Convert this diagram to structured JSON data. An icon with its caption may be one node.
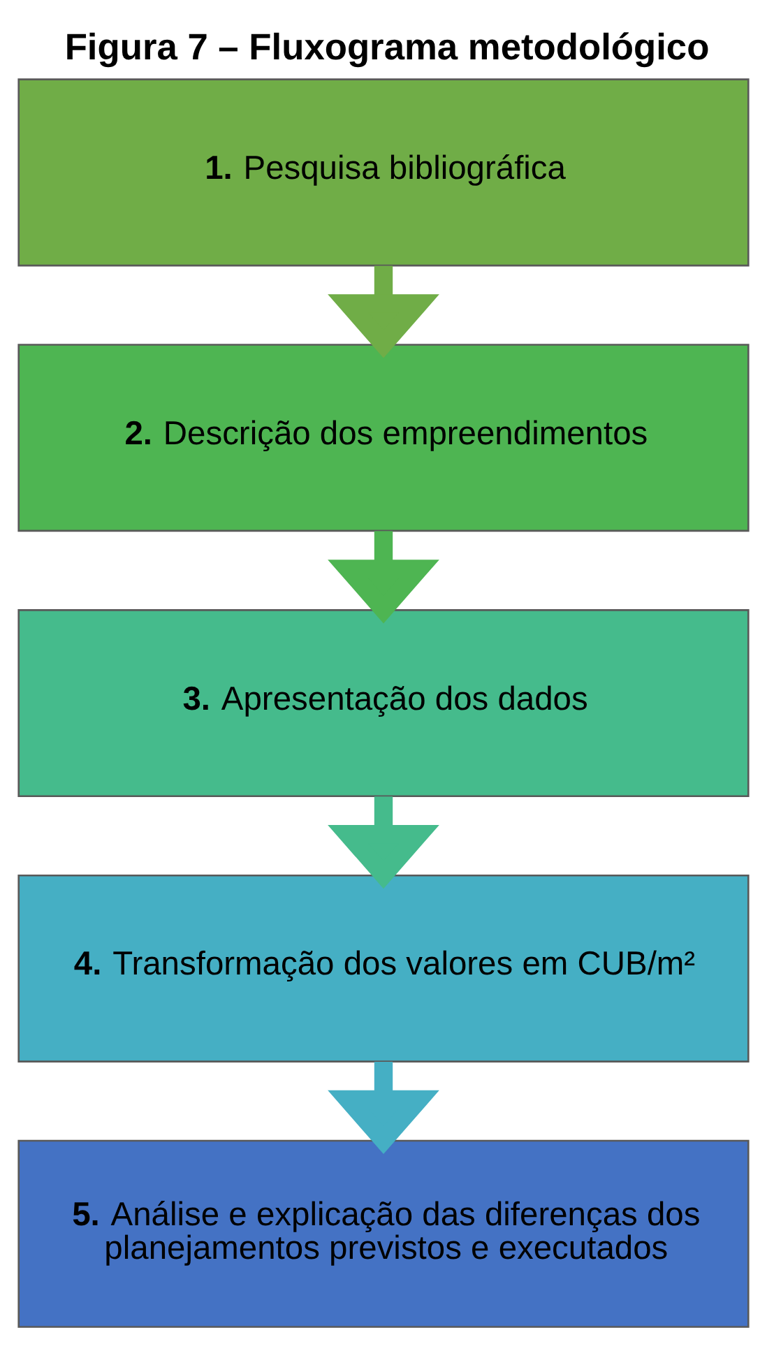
{
  "diagram": {
    "title": "Figura 7 – Fluxograma metodológico",
    "nodes": [
      {
        "text": [
          "**1.** Pesquisa bibliográfica"
        ]
      },
      {
        "text": [
          "**2.** Descrição dos empreendimentos"
        ]
      },
      {
        "text": [
          "**3.** Apresentação dos dados"
        ]
      },
      {
        "text": [
          "**4.** Transformação dos valores em CUB/m²"
        ]
      },
      {
        "text": [
          "**5.** Análise e explicação das diferenças dos planejamentos previstos e executados"
        ]
      }
    ],
    "edges": [
      {
        "from": 0,
        "to": 1,
        "arrow": "to",
        "color": "#70ad47"
      },
      {
        "from": 1,
        "to": 2,
        "arrow": "to",
        "color": "#4eb552"
      },
      {
        "from": 2,
        "to": 3,
        "arrow": "to",
        "color": "#45bb8c"
      },
      {
        "from": 3,
        "to": 4,
        "arrow": "to",
        "color": "#45afc4"
      }
    ]
  }
}
